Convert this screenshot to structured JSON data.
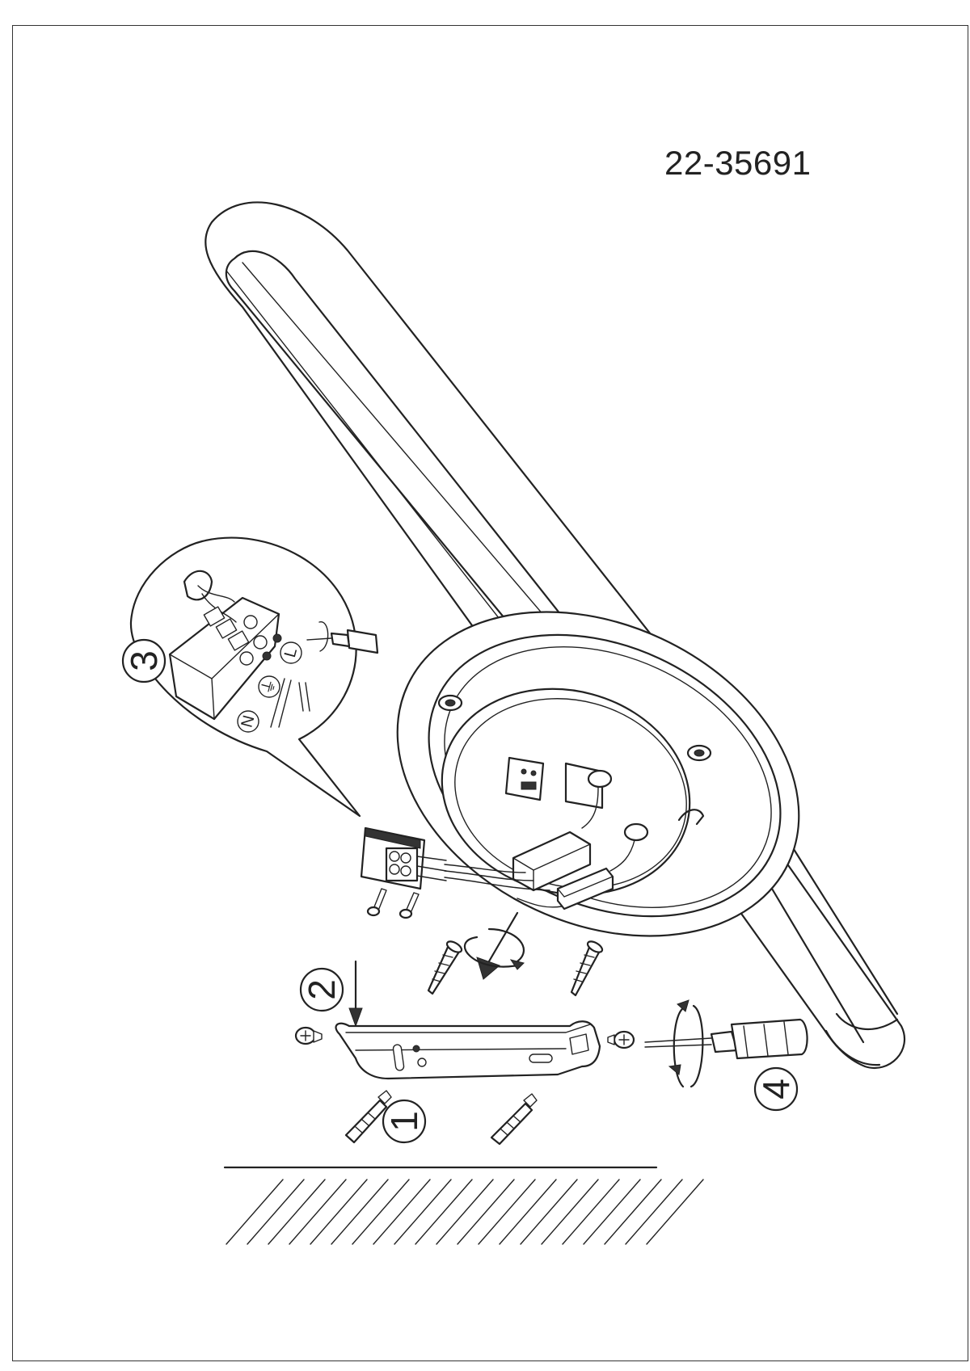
{
  "model_number": "22-35691",
  "steps": [
    {
      "number": "1"
    },
    {
      "number": "2"
    },
    {
      "number": "3"
    },
    {
      "number": "4"
    }
  ],
  "wiring_labels": {
    "live": "L",
    "earth": "⏚",
    "neutral": "N"
  },
  "colors": {
    "line": "#222222",
    "background": "#ffffff"
  }
}
